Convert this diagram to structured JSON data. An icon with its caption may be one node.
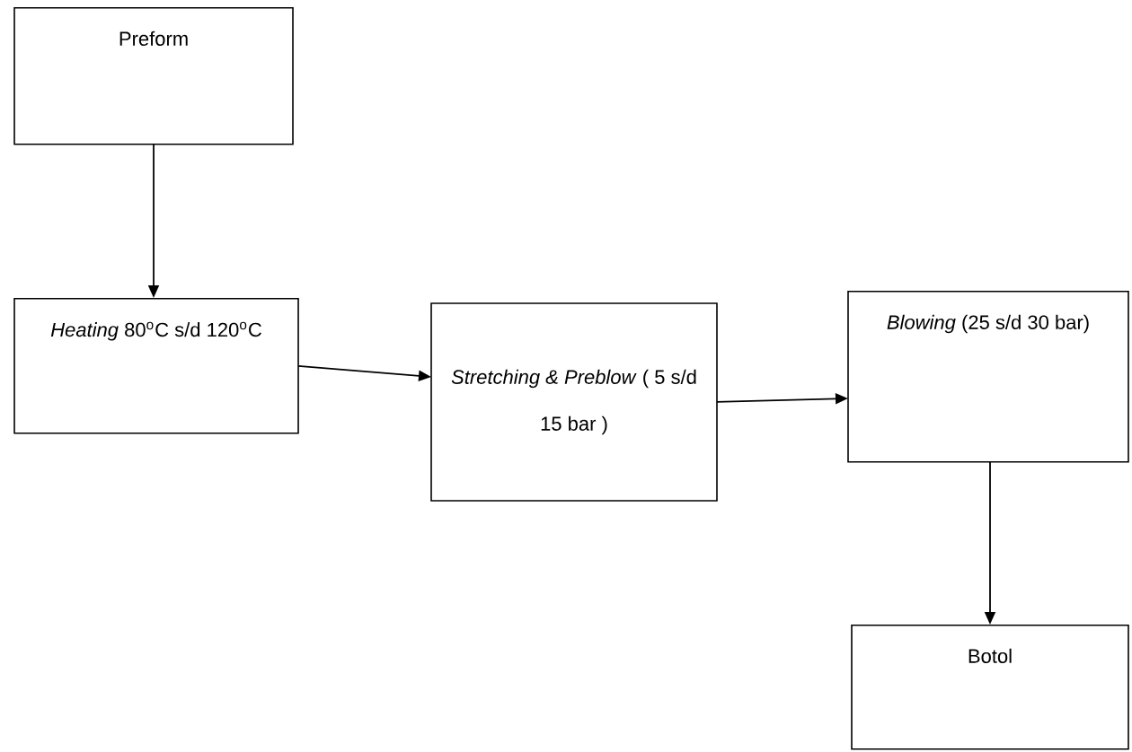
{
  "diagram": {
    "nodes": [
      {
        "text": [
          "Preform"
        ]
      },
      {
        "text": [
          "*Heating* 80$^{o}$C s/d 120$^{o}$C"
        ]
      },
      {
        "text": [
          "*Stretching &* *Preblow* ( 5 s/d 15 bar )"
        ]
      },
      {
        "text": [
          "*Blowing* (25 s/d 30 bar)"
        ]
      },
      {
        "text": [
          "Botol"
        ]
      }
    ],
    "edges": [
      {
        "from": 0,
        "to": 1,
        "arrow": "to"
      },
      {
        "from": 1,
        "to": 2,
        "arrow": "to"
      },
      {
        "from": 2,
        "to": 3,
        "arrow": "to"
      },
      {
        "from": 3,
        "to": 4,
        "arrow": "to"
      }
    ]
  }
}
